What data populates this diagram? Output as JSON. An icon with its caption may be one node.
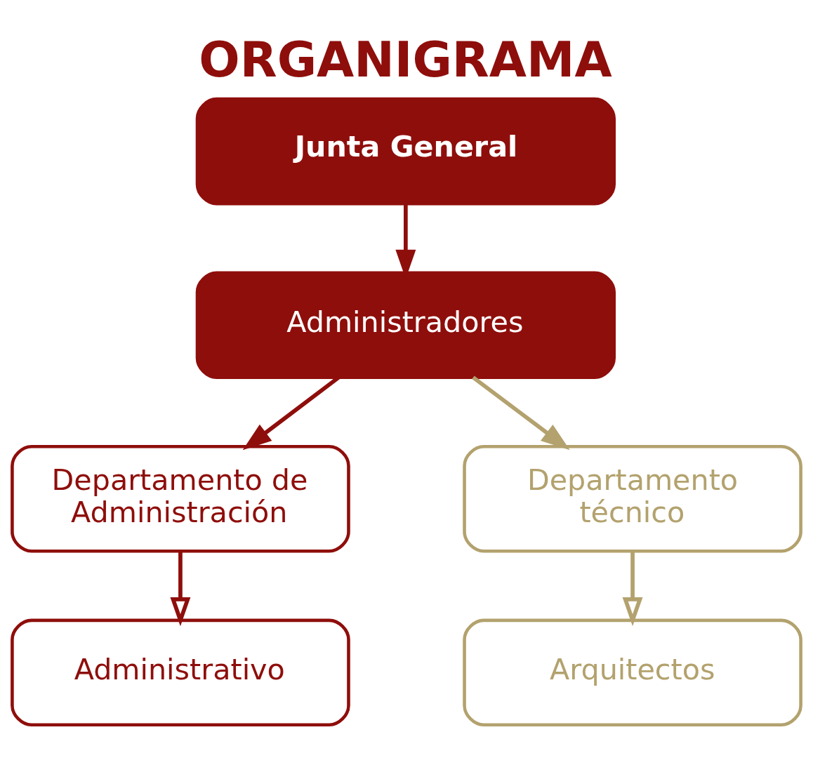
{
  "diagram": {
    "title": "ORGANIGRAMA",
    "nodes": [
      {
        "text": [
          "Junta General"
        ]
      },
      {
        "text": [
          "Administradores"
        ]
      },
      {
        "text": [
          "Departamento de Administración"
        ]
      },
      {
        "text": [
          "Departamento técnico"
        ]
      },
      {
        "text": [
          "Administrativo"
        ]
      },
      {
        "text": [
          "Arquitectos"
        ]
      }
    ],
    "edges": [
      {
        "from": 0,
        "to": 1,
        "arrow": "to"
      },
      {
        "from": 1,
        "to": 2,
        "arrow": "to"
      },
      {
        "from": 1,
        "to": 3,
        "arrow": "to",
        "color": "#b3a26e"
      },
      {
        "from": 2,
        "to": 4,
        "arrow": "to"
      },
      {
        "from": 3,
        "to": 5,
        "arrow": "to",
        "color": "#b3a26e"
      }
    ]
  }
}
